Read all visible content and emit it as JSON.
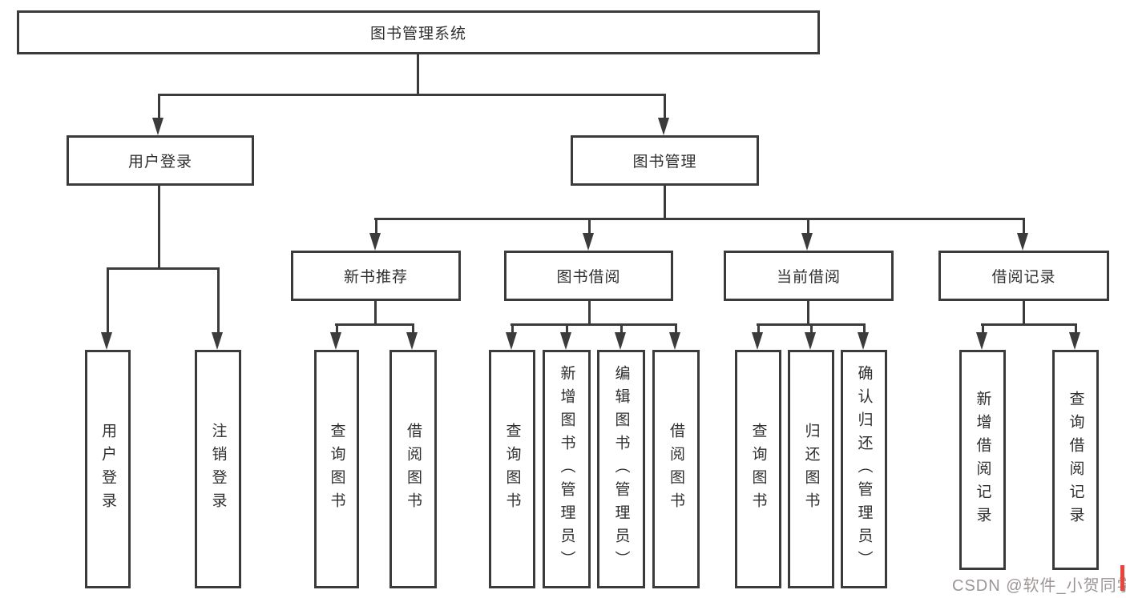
{
  "diagram": {
    "root": {
      "label": "图书管理系统"
    },
    "level1": {
      "user_login": {
        "label": "用户登录"
      },
      "book_management": {
        "label": "图书管理"
      }
    },
    "user_login_children": {
      "login": {
        "label": "用户登录"
      },
      "logout": {
        "label": "注销登录"
      }
    },
    "book_management_children": {
      "new_book_rec": {
        "label": "新书推荐"
      },
      "book_borrow": {
        "label": "图书借阅"
      },
      "current_borrow": {
        "label": "当前借阅"
      },
      "borrow_records": {
        "label": "借阅记录"
      }
    },
    "new_book_rec_children": {
      "query_books": {
        "label": "查询图书"
      },
      "borrow_books": {
        "label": "借阅图书"
      }
    },
    "book_borrow_children": {
      "query_books": {
        "label": "查询图书"
      },
      "add_books_admin": {
        "label": "新增图书（管理员）"
      },
      "edit_books_admin": {
        "label": "编辑图书（管理员）"
      },
      "borrow_books": {
        "label": "借阅图书"
      }
    },
    "current_borrow_children": {
      "query_books": {
        "label": "查询图书"
      },
      "return_books": {
        "label": "归还图书"
      },
      "confirm_return_admin": {
        "label": "确认归还（管理员）"
      }
    },
    "borrow_records_children": {
      "add_record": {
        "label": "新增借阅记录"
      },
      "query_record": {
        "label": "查询借阅记录"
      }
    }
  },
  "watermark": {
    "text": "CSDN @软件_小贺同学"
  },
  "colors": {
    "line": "#3b3b3b",
    "box_border": "#3b3b3b",
    "box_fill": "#ffffff",
    "text": "#2f2f2f",
    "watermark_text": "#9d9595",
    "watermark_accent": "#e8453c",
    "background": "#ffffff"
  }
}
